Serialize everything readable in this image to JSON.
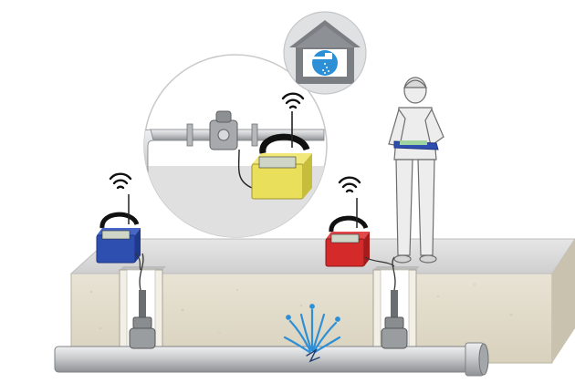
{
  "diagram": {
    "icons": {
      "house": "house-with-faucet-icon",
      "wifi": "wireless-signal-icon",
      "leak": "water-leak-burst-icon",
      "person": "operator-with-tablet-icon"
    },
    "devices": [
      {
        "name": "blue-logger",
        "color": "#2f4fb0"
      },
      {
        "name": "red-logger",
        "color": "#d42a2a"
      },
      {
        "name": "yellow-logger",
        "color": "#eadf5a"
      }
    ],
    "colors": {
      "ground_top": "#dcdcdc",
      "soil": "#e2dccb",
      "pipe": "#c9cbcd",
      "water": "#2d8fd6",
      "house_bg": "#dfe1e3",
      "house_fill": "#7b7f84"
    }
  }
}
